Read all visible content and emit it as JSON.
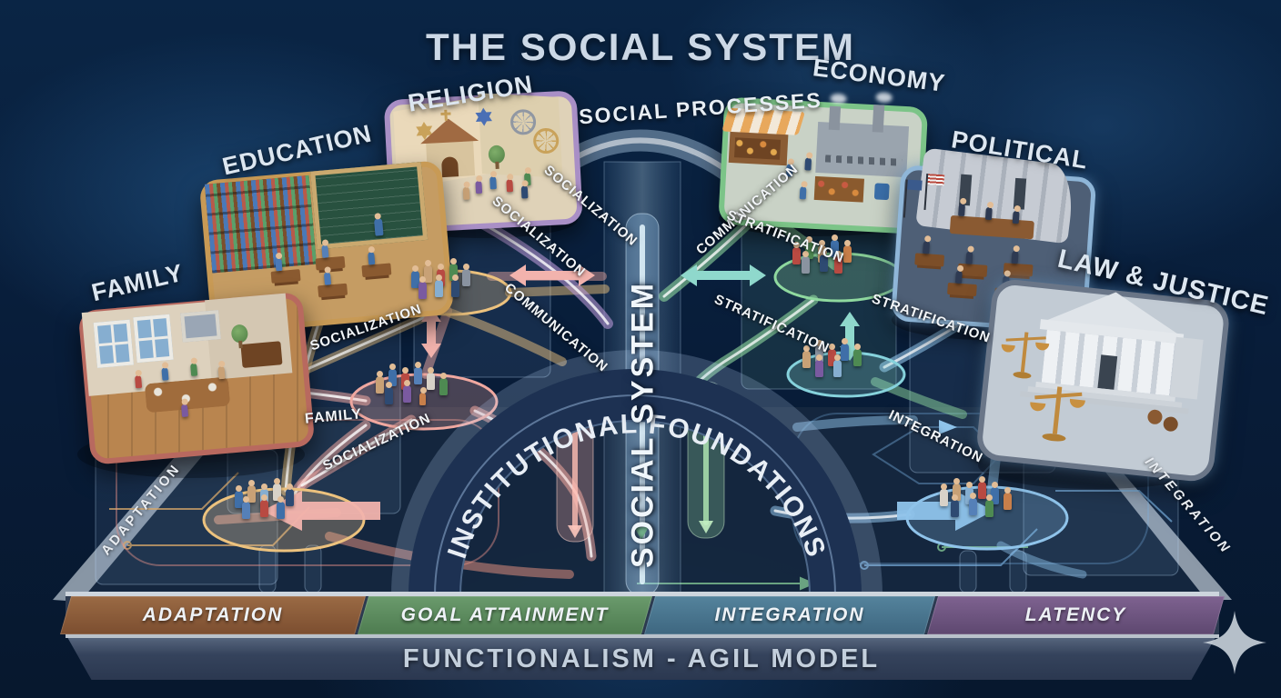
{
  "title": "THE SOCIAL SYSTEM",
  "labels": {
    "social_processes": "SOCIAL PROCESSES",
    "social_system": "SOCIAL SYSTEM",
    "institutional_foundations": "INSTITUTIONAL FOUNDATIONS",
    "functionalism": "FUNCTIONALISM - AGIL MODEL",
    "socialization": "SOCIALIZATION",
    "communication": "COMMUNICATION",
    "stratification": "STRATIFICATION",
    "integration": "INTEGRATION",
    "adaptation": "ADAPTATION",
    "family": "FAMILY"
  },
  "institutions": [
    {
      "id": "religion",
      "label": "RELIGION",
      "accent": "#b797d6"
    },
    {
      "id": "education",
      "label": "EDUCATION",
      "accent": "#ecc27e"
    },
    {
      "id": "family",
      "label": "FAMILY",
      "accent": "#f0a8a0"
    },
    {
      "id": "economy",
      "label": "ECONOMY",
      "accent": "#8fd99f"
    },
    {
      "id": "political",
      "label": "POLITICAL",
      "accent": "#86d2dc"
    },
    {
      "id": "law",
      "label": "LAW & JUSTICE",
      "accent": "#8fc3ea"
    }
  ],
  "agil": [
    {
      "label": "ADAPTATION",
      "color": "#8a5a3a"
    },
    {
      "label": "GOAL ATTAINMENT",
      "color": "#5c8a5e"
    },
    {
      "label": "INTEGRATION",
      "color": "#47758e"
    },
    {
      "label": "LATENCY",
      "color": "#6f5480"
    }
  ],
  "colors": {
    "background": "#0a2545",
    "deck": "#15273f",
    "arch": "#1d3152",
    "center_glow": "#aee2ff"
  },
  "icons": {
    "sparkle": "four-point-star",
    "scales_of_justice": "balance-scale",
    "star_of_david": "hexagram",
    "dharma_wheel": "wheel",
    "roof_cross": "latin-cross",
    "us_flag": "stars-and-stripes"
  }
}
